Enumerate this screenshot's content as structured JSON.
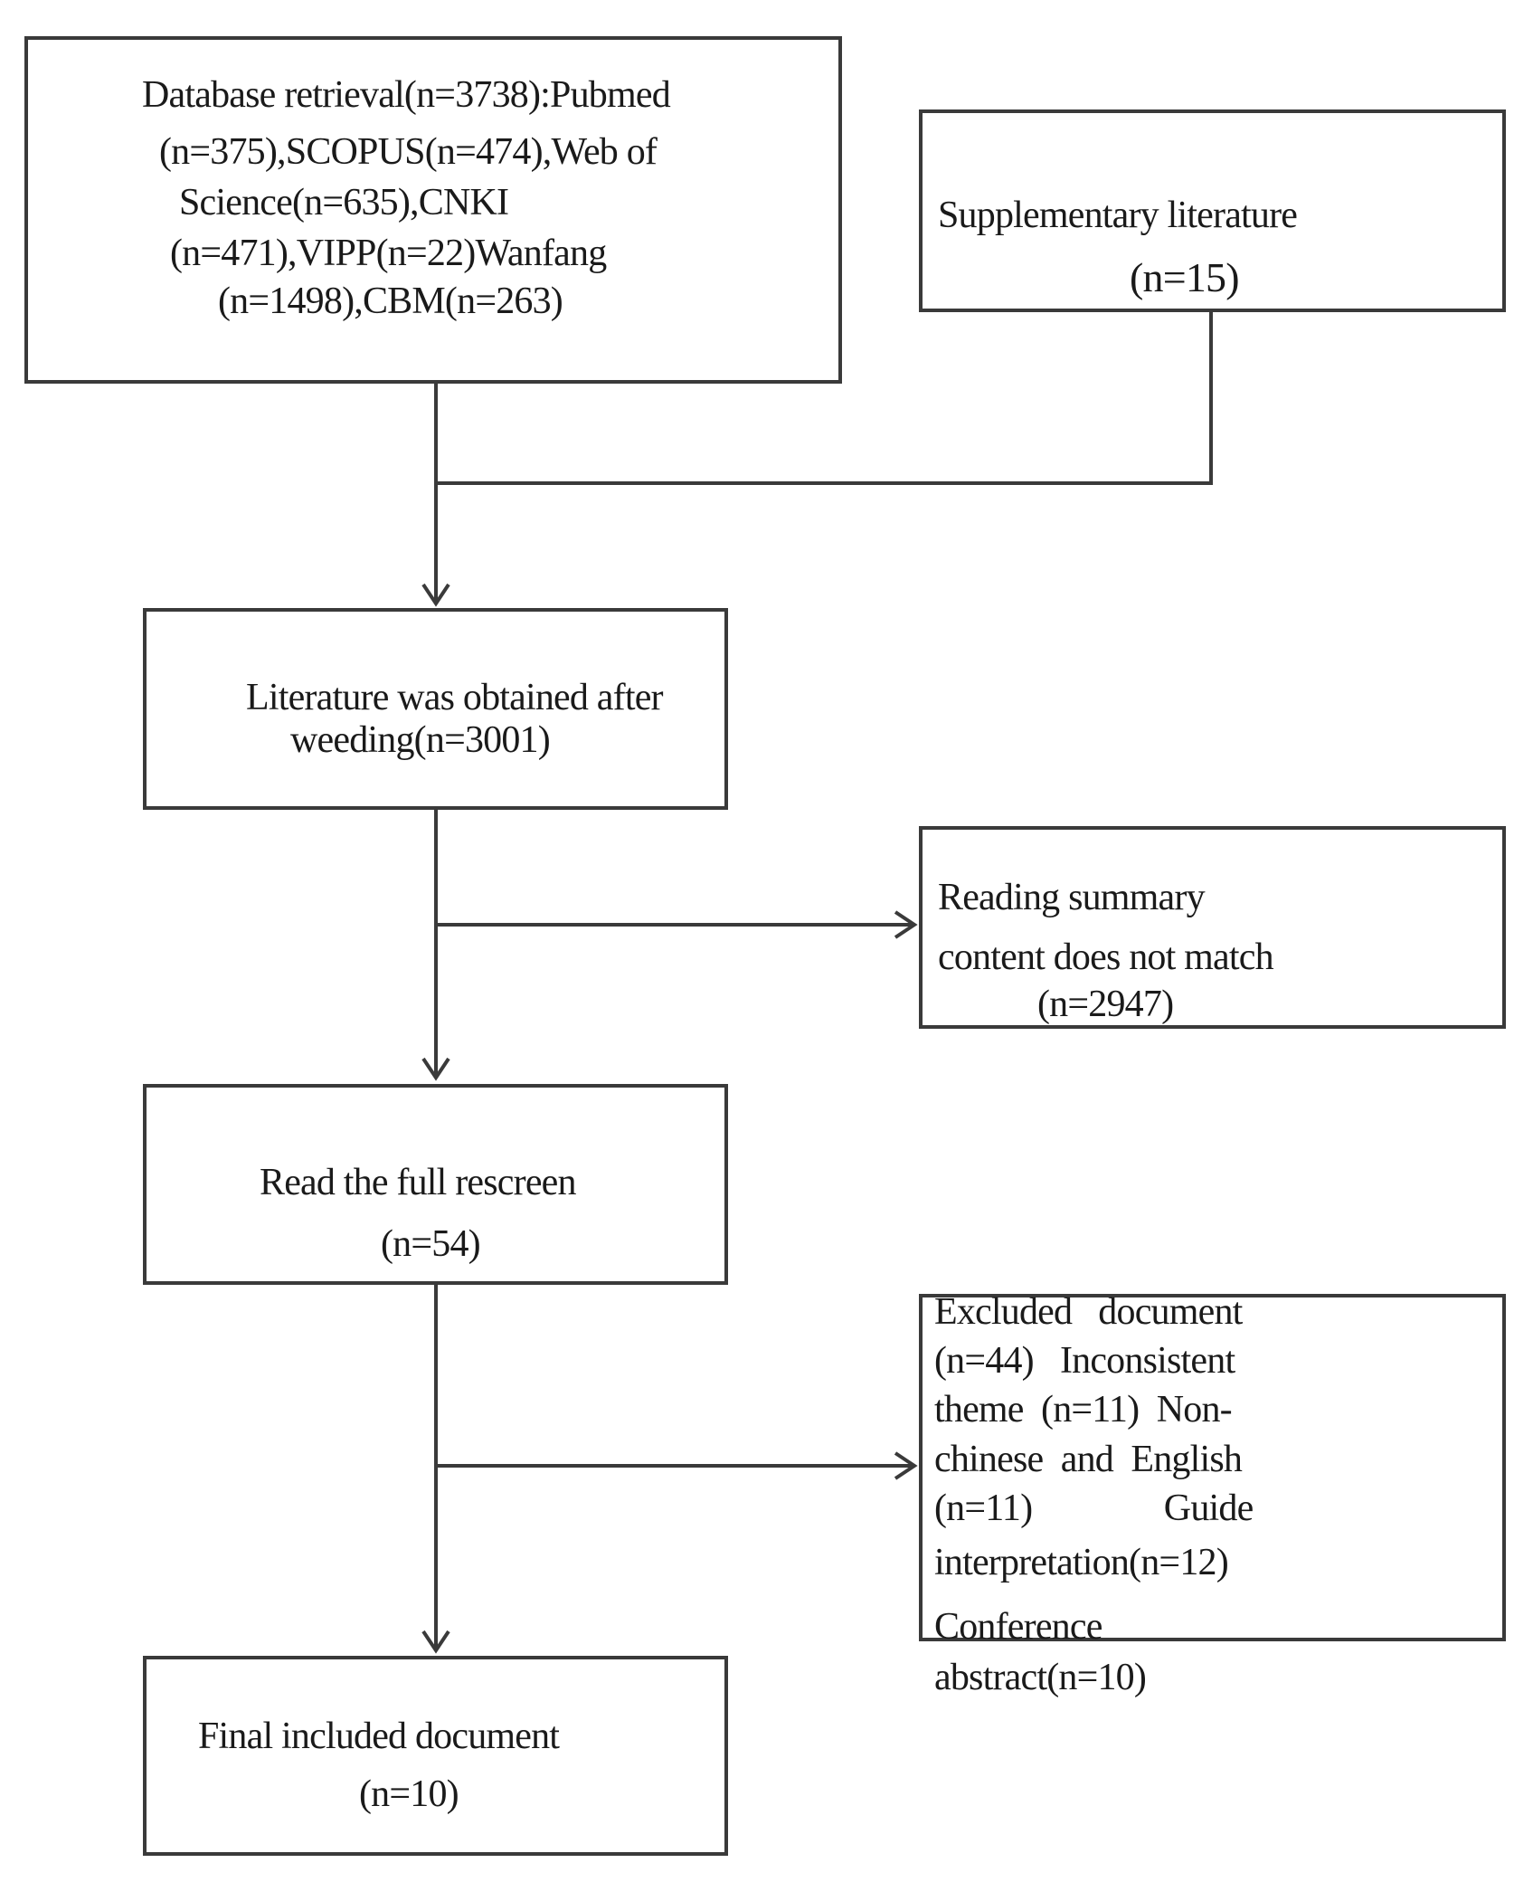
{
  "diagram": {
    "database_box": {
      "lines": [
        "Database retrieval(n=3738):Pubmed",
        "(n=375),SCOPUS(n=474),Web of",
        "Science(n=635),CNKI",
        "(n=471),VIPP(n=22)Wanfang",
        "(n=1498),CBM(n=263)"
      ]
    },
    "supplementary_box": {
      "lines": [
        "Supplementary literature",
        "(n=15)"
      ]
    },
    "weeding_box": {
      "lines": [
        "Literature was obtained after",
        "weeding(n=3001)"
      ]
    },
    "summary_box": {
      "lines": [
        "Reading summary",
        "content does not match",
        "(n=2947)"
      ]
    },
    "fulltext_box": {
      "lines": [
        "Read the full rescreen",
        "(n=54)"
      ]
    },
    "excluded_box": {
      "lines": [
        "Excluded   document",
        "(n=44)   Inconsistent",
        "theme  (n=11)  Non-",
        "chinese  and  English",
        "(n=11)               Guide",
        "interpretation(n=12)",
        "Conference",
        "abstract(n=10)"
      ]
    },
    "final_box": {
      "lines": [
        "Final included document",
        "(n=10)"
      ]
    }
  }
}
